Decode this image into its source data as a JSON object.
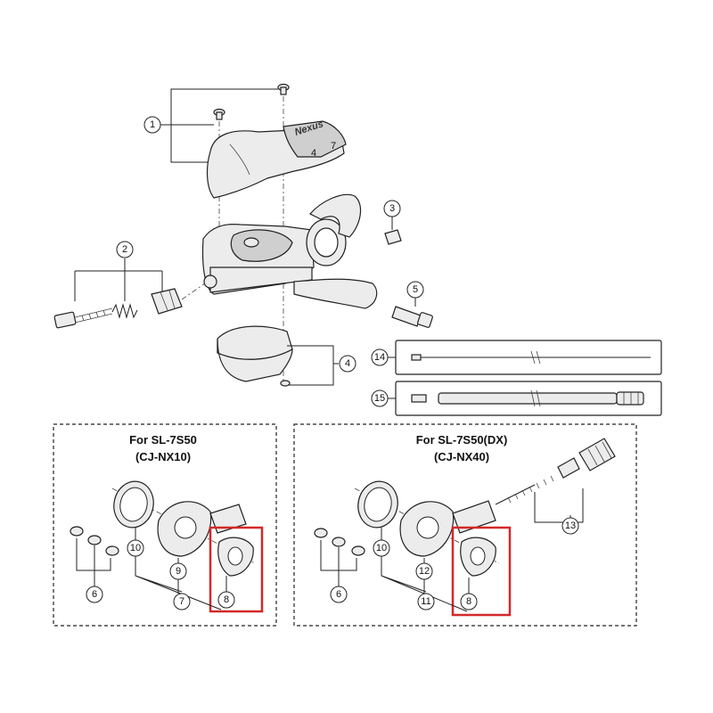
{
  "callouts": [
    "1",
    "2",
    "3",
    "4",
    "5",
    "6",
    "7",
    "8",
    "9",
    "10",
    "11",
    "12",
    "13",
    "14",
    "15"
  ],
  "box_left": {
    "title_line1": "For SL-7S50",
    "title_line2": "(CJ-NX10)"
  },
  "box_right": {
    "title_line1": "For SL-7S50(DX)",
    "title_line2": "(CJ-NX40)"
  },
  "logo_text": "Nexus",
  "shifter_numbers": [
    "4",
    "7"
  ],
  "colors": {
    "highlight": "#d42828",
    "line": "#222222",
    "part_fill": "#ececec"
  }
}
